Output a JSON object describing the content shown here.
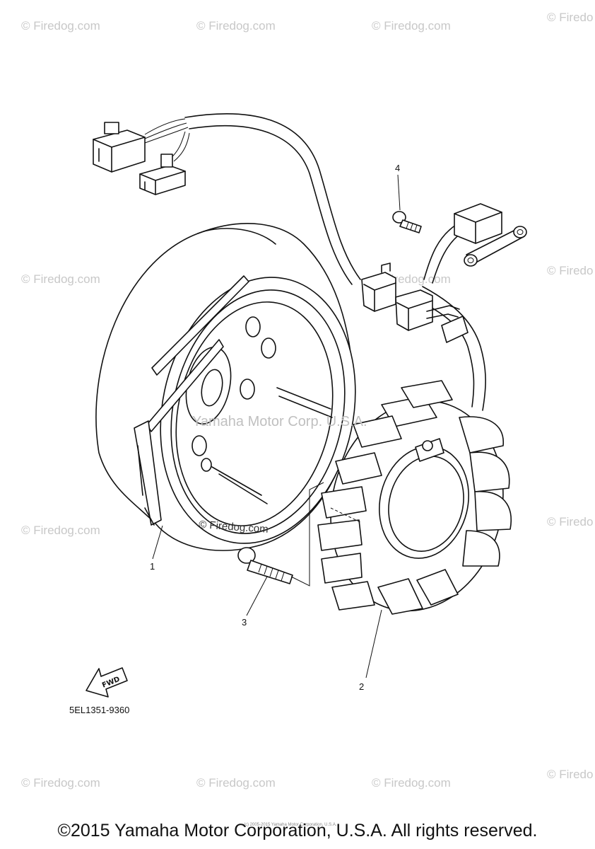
{
  "watermark": "© Firedog.com",
  "watermark_partial": "© Firedo",
  "center_watermark": "Yamaha Motor Corp. U.S.A.",
  "inline_watermark": "© Firedog.com",
  "callouts": [
    "1",
    "2",
    "3",
    "4"
  ],
  "fwd_label": "FWD",
  "part_code": "5EL1351-9360",
  "copyright": "©2015 Yamaha Motor Corporation, U.S.A. All rights reserved.",
  "tiny_note": "(c) 2005-2015 Yamaha Motor Corporation, U.S.A."
}
